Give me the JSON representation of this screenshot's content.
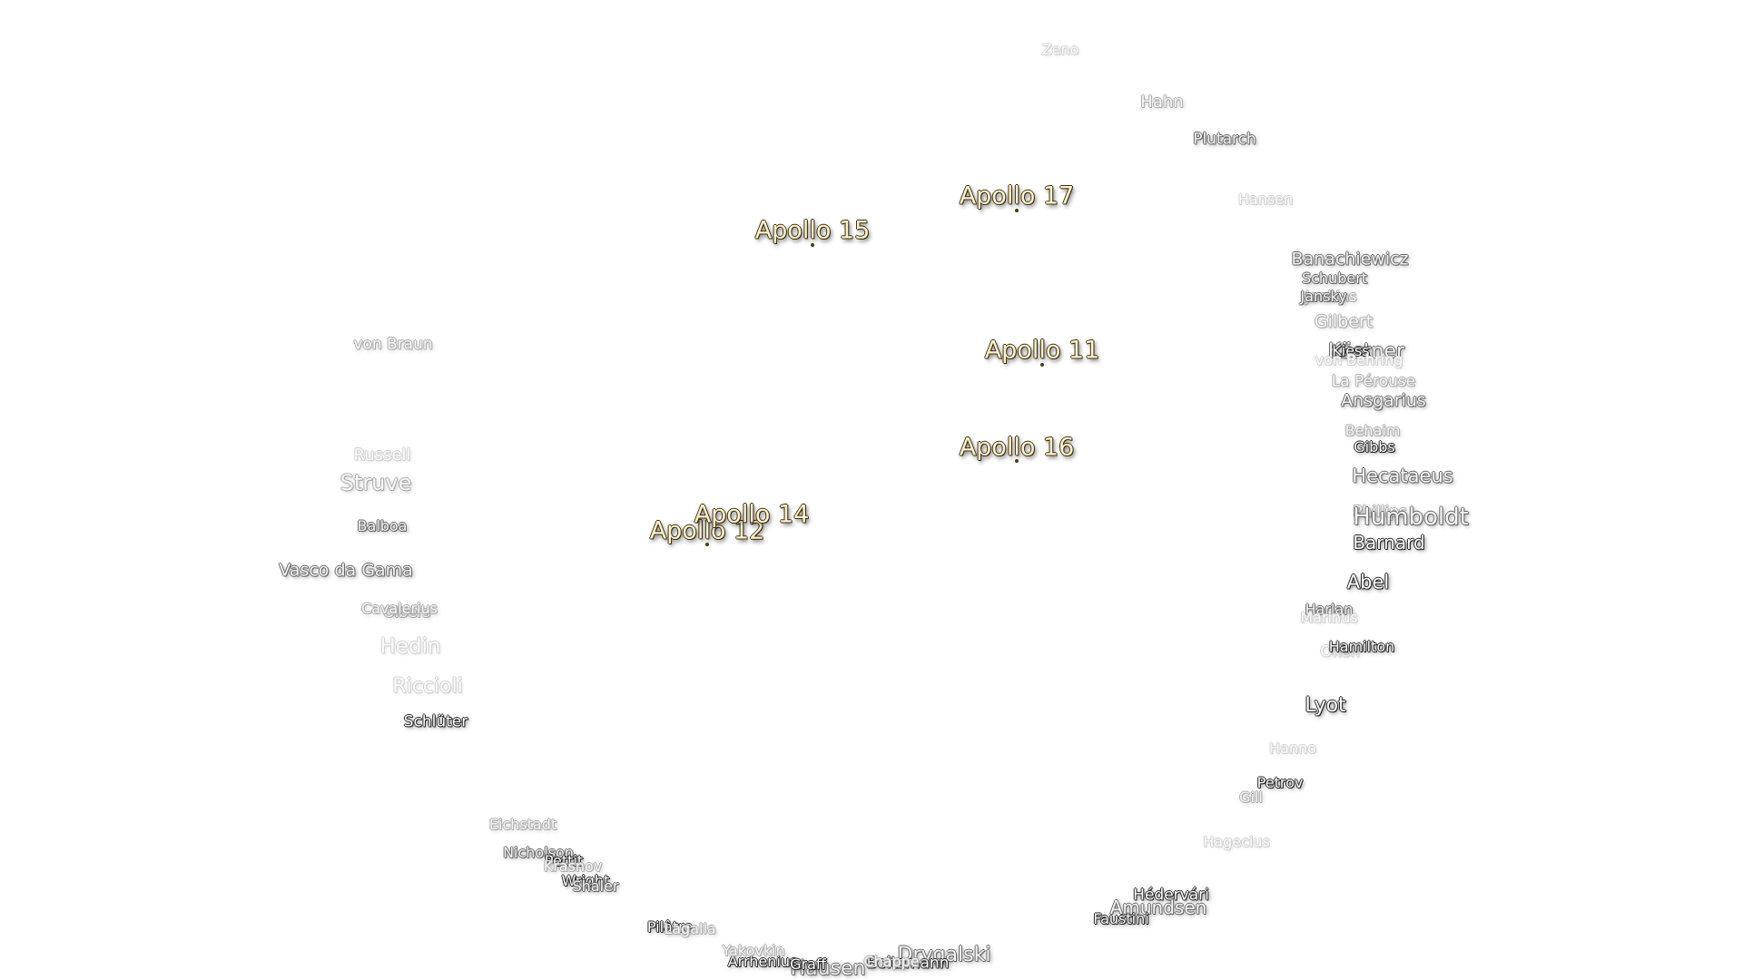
{
  "apollo_sites": [
    {
      "label": "Apollo 11"
    },
    {
      "label": "Apollo 12"
    },
    {
      "label": "Apollo 14"
    },
    {
      "label": "Apollo 15"
    },
    {
      "label": "Apollo 16"
    },
    {
      "label": "Apollo 17"
    }
  ],
  "craters": [
    {
      "label": "Zeno"
    },
    {
      "label": "Hahn"
    },
    {
      "label": "Plutarch"
    },
    {
      "label": "Hansen"
    },
    {
      "label": "Banachiewicz"
    },
    {
      "label": "Schubert"
    },
    {
      "label": "Jenkins"
    },
    {
      "label": "Jansky"
    },
    {
      "label": "Gilbert"
    },
    {
      "label": "Kästner"
    },
    {
      "label": "Kiess"
    },
    {
      "label": "von Behring"
    },
    {
      "label": "La Pérouse"
    },
    {
      "label": "Ansgarius"
    },
    {
      "label": "Behaim"
    },
    {
      "label": "Gibbs"
    },
    {
      "label": "Hecataeus"
    },
    {
      "label": "Phillips"
    },
    {
      "label": "Humboldt"
    },
    {
      "label": "Barnard"
    },
    {
      "label": "Abel"
    },
    {
      "label": "Harlan"
    },
    {
      "label": "Marinus"
    },
    {
      "label": "Oken"
    },
    {
      "label": "Hamilton"
    },
    {
      "label": "Lyot"
    },
    {
      "label": "Hanno"
    },
    {
      "label": "Petrov"
    },
    {
      "label": "Gill"
    },
    {
      "label": "Hagecius"
    },
    {
      "label": "Hédervári"
    },
    {
      "label": "Amundsen"
    },
    {
      "label": "Faustini"
    },
    {
      "label": "Drygalski"
    },
    {
      "label": "Boltzmann"
    },
    {
      "label": "Chappe"
    },
    {
      "label": "Hausen"
    },
    {
      "label": "Arrhenius"
    },
    {
      "label": "Yakovkin"
    },
    {
      "label": "Graff"
    },
    {
      "label": "Pilâtre"
    },
    {
      "label": "Eichstadt"
    },
    {
      "label": "Nicholson"
    },
    {
      "label": "Pettit"
    },
    {
      "label": "Krasnov"
    },
    {
      "label": "Wright"
    },
    {
      "label": "Shaler"
    },
    {
      "label": "Schlüter"
    },
    {
      "label": "Riccioli"
    },
    {
      "label": "Hedin"
    },
    {
      "label": "Olbers"
    },
    {
      "label": "Cavalerius"
    },
    {
      "label": "Vasco da Gama"
    },
    {
      "label": "Balboa"
    },
    {
      "label": "Struve"
    },
    {
      "label": "Russell"
    },
    {
      "label": "von Braun"
    },
    {
      "label": "Lagalla"
    }
  ]
}
